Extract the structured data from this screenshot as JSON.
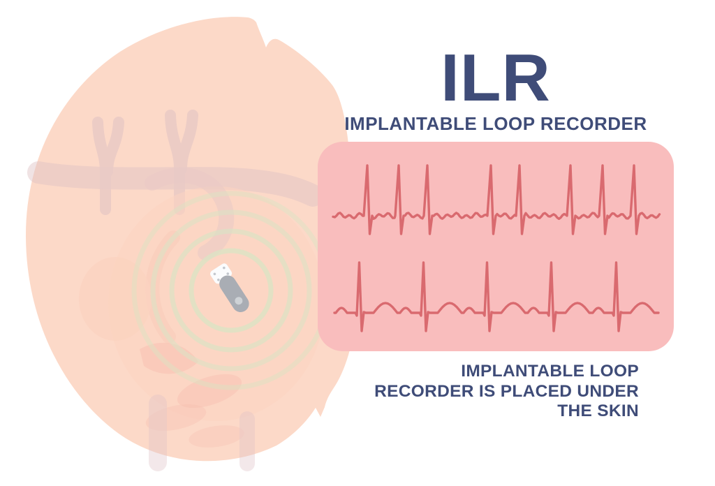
{
  "header": {
    "title": "ILR",
    "subtitle": "IMPLANTABLE LOOP RECORDER"
  },
  "caption": {
    "full_text": "IMPLANTABLE LOOP RECORDER IS PLACED UNDER THE SKIN",
    "lines": [
      "IMPLANTABLE LOOP",
      "RECORDER IS PLACED UNDER",
      "THE SKIN"
    ]
  },
  "illustration": {
    "description": "implantable loop recorder device placed under the skin over the heart",
    "device": "implantable-loop-recorder",
    "signal_rings": 4
  },
  "colors": {
    "background": "#ffffff",
    "title_navy": "#3f4c78",
    "panel_pink": "#f9bdbd",
    "ecg_stroke": "#d96a6f",
    "skin": "#fcd9c8",
    "heart_body": "#fbcfbc",
    "heart_mauve": "#ddc0c4",
    "heart_salmon": "#f2a99e",
    "heart_peach_arc": "#f5bfae",
    "ring_green": "#d9e4c4",
    "device_gray": "#a9adb4",
    "device_cap": "#fbfcfd",
    "device_dot": "#c3c7cd",
    "device_circle": "#ced2d6"
  },
  "ecg": {
    "traces": [
      {
        "name": "irregular rhythm (atrial fibrillation)",
        "type": "afib",
        "beats_x": [
          73,
          118,
          159,
          250,
          291,
          364,
          410,
          455
        ],
        "baseline_y": 106,
        "r_amplitude": 72,
        "s_depth": 26,
        "x_range": [
          22,
          490
        ]
      },
      {
        "name": "normal sinus rhythm",
        "type": "sinus",
        "beats_x": [
          60,
          152,
          243,
          335,
          428
        ],
        "baseline_y": 245,
        "r_amplitude": 72,
        "s_depth": 26,
        "x_range": [
          24,
          488
        ]
      }
    ]
  }
}
